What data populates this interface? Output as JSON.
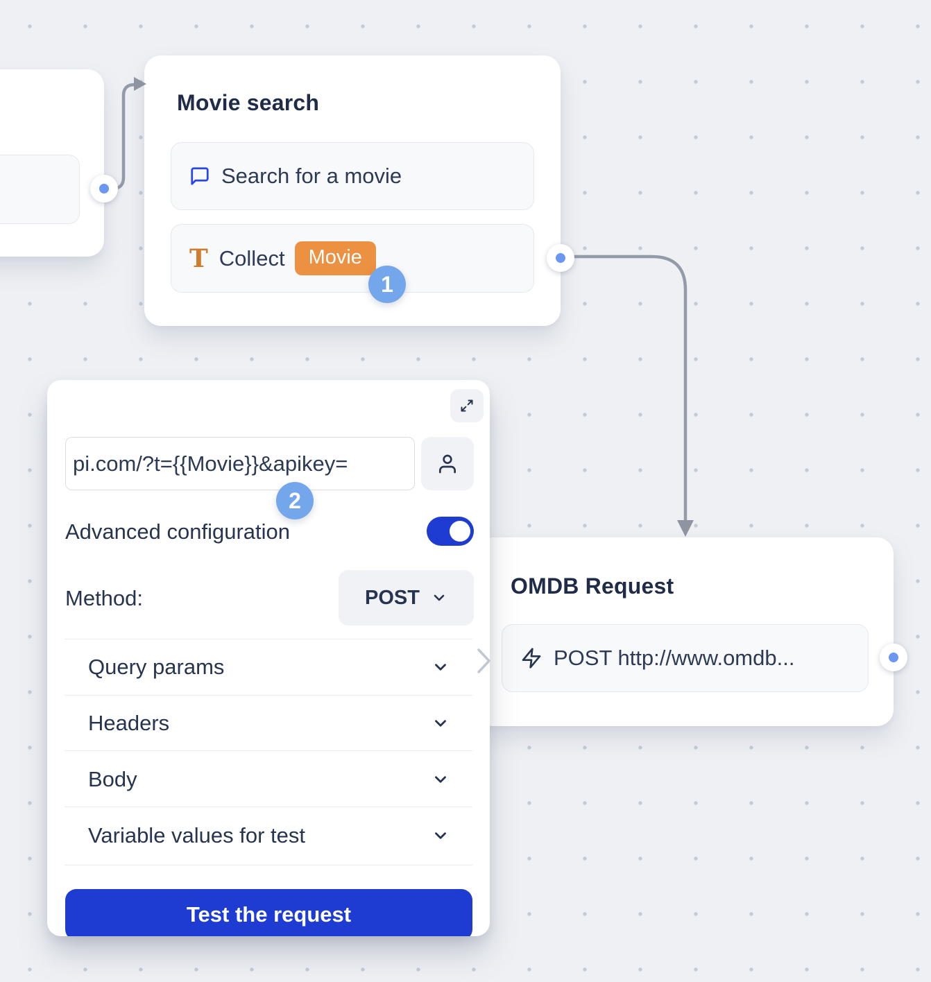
{
  "colors": {
    "accent_blue": "#1e3cd2",
    "badge_blue": "#74a6eb",
    "port_blue": "#6b96f2",
    "tag_orange": "#ec9041",
    "connector_gray": "#939aa8",
    "canvas_background": "#eef0f4"
  },
  "movie_node": {
    "title": "Movie search",
    "items": [
      {
        "icon": "chat-bubble-icon",
        "label": "Search for a movie"
      },
      {
        "icon": "text-collect-icon",
        "label": "Collect",
        "variable_tag": "Movie"
      }
    ],
    "step_badge": "1"
  },
  "request_panel": {
    "step_badge": "2",
    "url_input": {
      "value": "pi.com/?t={{Movie}}&apikey="
    },
    "advanced_configuration_label": "Advanced configuration",
    "advanced_configuration_on": true,
    "method_label": "Method:",
    "method_value": "POST",
    "sections": [
      {
        "label": "Query params"
      },
      {
        "label": "Headers"
      },
      {
        "label": "Body"
      },
      {
        "label": "Variable values for test"
      }
    ],
    "test_button_label": "Test the request"
  },
  "omdb_node": {
    "title": "OMDB Request",
    "request_summary": "POST http://www.omdb..."
  }
}
